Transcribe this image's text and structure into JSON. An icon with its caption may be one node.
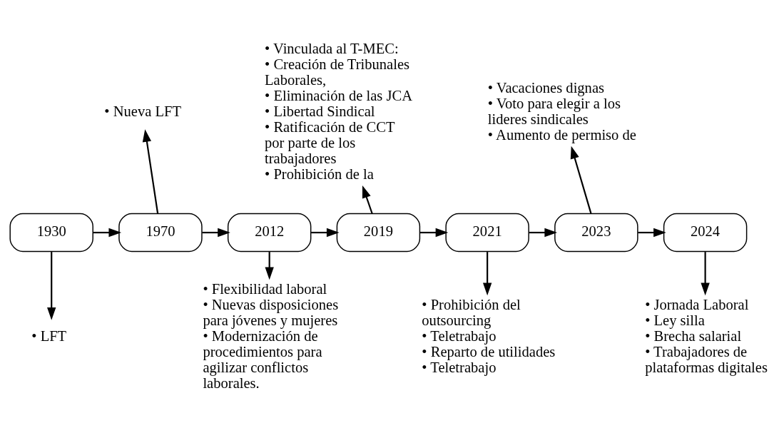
{
  "diagram": {
    "nodes": [
      {
        "text": [
          "1930"
        ]
      },
      {
        "text": [
          "1970"
        ]
      },
      {
        "text": [
          "2012"
        ]
      },
      {
        "text": [
          "2019"
        ]
      },
      {
        "text": [
          "2021"
        ]
      },
      {
        "text": [
          "2023"
        ]
      },
      {
        "text": [
          "2024"
        ]
      },
      {
        "text": [
          "• LFT"
        ]
      },
      {
        "text": [
          "• Nueva LFT"
        ]
      },
      {
        "text": [
          "• Flexibilidad laboral",
          "• Nuevas disposiciones para jóvenes y mujeres",
          "• Modernización de procedimientos para agilizar conflictos laborales."
        ]
      },
      {
        "text": [
          "• Vinculada al T-MEC:",
          "• Creación de Tribunales Laborales,",
          "• Eliminación de las JCA",
          "• Libertad Sindical",
          "• Ratificación de CCT por parte de los trabajadores",
          "• Prohibición de la"
        ]
      },
      {
        "text": [
          "• Prohibición del outsourcing",
          "• Teletrabajo",
          "• Reparto de utilidades",
          "• Teletrabajo"
        ]
      },
      {
        "text": [
          "• Vacaciones dignas",
          "• Voto para elegir a los lideres sindicales",
          "• Aumento de permiso de"
        ]
      },
      {
        "text": [
          "• Jornada Laboral",
          "• Ley silla",
          "• Brecha salarial",
          "• Trabajadores de plataformas digitales"
        ]
      }
    ],
    "edges": [
      {
        "from": 0,
        "to": 1,
        "arrow": "to"
      },
      {
        "from": 1,
        "to": 2,
        "arrow": "to"
      },
      {
        "from": 2,
        "to": 3,
        "arrow": "to"
      },
      {
        "from": 3,
        "to": 4,
        "arrow": "to"
      },
      {
        "from": 4,
        "to": 5,
        "arrow": "to"
      },
      {
        "from": 5,
        "to": 6,
        "arrow": "to"
      },
      {
        "from": 0,
        "to": 7,
        "arrow": "to"
      },
      {
        "from": 1,
        "to": 8,
        "arrow": "to"
      },
      {
        "from": 2,
        "to": 9,
        "arrow": "to"
      },
      {
        "from": 3,
        "to": 10,
        "arrow": "to"
      },
      {
        "from": 4,
        "to": 11,
        "arrow": "to"
      },
      {
        "from": 5,
        "to": 12,
        "arrow": "to"
      },
      {
        "from": 6,
        "to": 13,
        "arrow": "to"
      }
    ]
  }
}
